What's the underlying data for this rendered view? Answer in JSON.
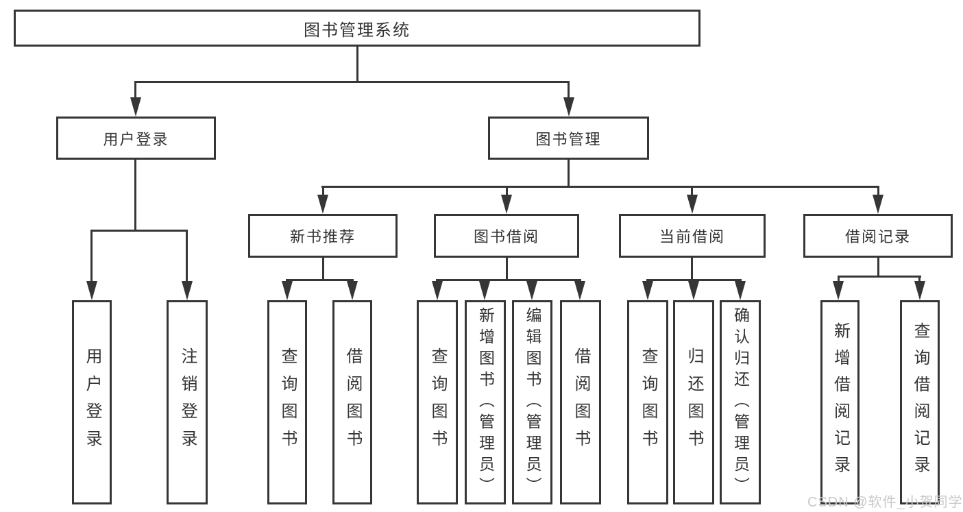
{
  "diagram": {
    "title": "图书管理系统",
    "root": {
      "label": "图书管理系统"
    },
    "level2": {
      "user_login": {
        "label": "用户登录"
      },
      "book_mgmt": {
        "label": "图书管理"
      }
    },
    "level3": {
      "new_book_rec": {
        "label": "新书推荐"
      },
      "book_borrow": {
        "label": "图书借阅"
      },
      "current_borrow": {
        "label": "当前借阅"
      },
      "borrow_record": {
        "label": "借阅记录"
      }
    },
    "leaves": {
      "user_login_leaf": {
        "label": "用户登录"
      },
      "logout": {
        "label": "注销登录"
      },
      "rec_query_book": {
        "label": "查询图书"
      },
      "rec_borrow_book": {
        "label": "借阅图书"
      },
      "borrow_query_book": {
        "label": "查询图书"
      },
      "borrow_add_book": {
        "label": "新增图书（管理员）"
      },
      "borrow_edit_book": {
        "label": "编辑图书（管理员）"
      },
      "borrow_borrow_book": {
        "label": "借阅图书"
      },
      "current_query_book": {
        "label": "查询图书"
      },
      "current_return_book": {
        "label": "归还图书"
      },
      "current_confirm_return": {
        "label": "确认归还（管理员）"
      },
      "record_add": {
        "label": "新增借阅记录"
      },
      "record_query": {
        "label": "查询借阅记录"
      }
    }
  },
  "watermark": {
    "text": "CSDN @软件_小贺同学"
  },
  "colors": {
    "line": "#363636",
    "text": "#333333",
    "watermark": "#c9c9c9",
    "background": "#ffffff"
  }
}
